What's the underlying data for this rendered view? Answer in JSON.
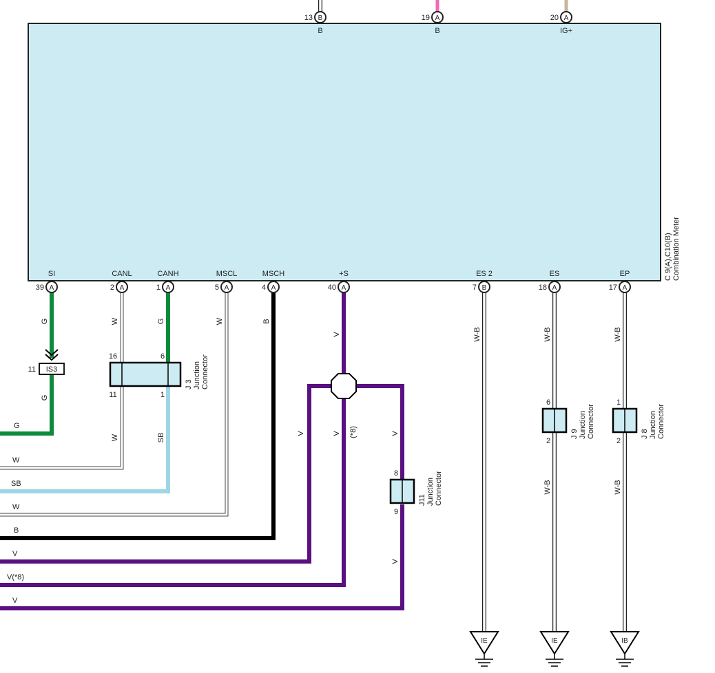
{
  "meter": {
    "label_line1": "C 9(A),C10(B)",
    "label_line2": "Combination Meter",
    "fill_color": "#cdebf2"
  },
  "top_pins": [
    {
      "no": "13",
      "conn": "B",
      "name": "B"
    },
    {
      "no": "19",
      "conn": "A",
      "name": "B"
    },
    {
      "no": "20",
      "conn": "A",
      "name": "IG+"
    }
  ],
  "bottom_pins": [
    {
      "no": "39",
      "conn": "A",
      "name": "SI"
    },
    {
      "no": "2",
      "conn": "A",
      "name": "CANL"
    },
    {
      "no": "1",
      "conn": "A",
      "name": "CANH"
    },
    {
      "no": "5",
      "conn": "A",
      "name": "MSCL"
    },
    {
      "no": "4",
      "conn": "A",
      "name": "MSCH"
    },
    {
      "no": "40",
      "conn": "A",
      "name": "+S"
    },
    {
      "no": "7",
      "conn": "B",
      "name": "ES 2"
    },
    {
      "no": "18",
      "conn": "A",
      "name": "ES"
    },
    {
      "no": "17",
      "conn": "A",
      "name": "EP"
    }
  ],
  "wire_colors": {
    "G": "#0e8a3c",
    "SB": "#9dd6e6",
    "B": "#000000",
    "V": "#5a1080",
    "pink": "#f06ab8",
    "tan": "#c8b49c",
    "W": "#ffffff"
  },
  "wire_labels": {
    "si_top": "G",
    "si_bottom": "G",
    "si_left": "G",
    "canl_top": "W",
    "canl_bottom": "W",
    "canl_left": "W",
    "canh_top": "G",
    "canh_bottom": "SB",
    "canh_left": "SB",
    "mscl_top": "W",
    "mscl_left": "W",
    "msch_top": "B",
    "msch_left": "B",
    "s_top": "V",
    "s_left_branch": "V",
    "s_mid": "V",
    "s_mid_note": "(*8)",
    "s_right_top": "V",
    "s_right_bottom": "V",
    "s_left1": "V",
    "s_left2": "V(*8)",
    "s_left3": "V",
    "es2_wire": "W-B",
    "es_top": "W-B",
    "es_bottom": "W-B",
    "ep_top": "W-B",
    "ep_bottom": "W-B"
  },
  "is3": {
    "pin": "11",
    "name": "IS3"
  },
  "j3": {
    "pin_tl": "16",
    "pin_tr": "6",
    "pin_bl": "11",
    "pin_br": "1",
    "label1": "J 3",
    "label2": "Junction",
    "label3": "Connector"
  },
  "j11": {
    "pin_top": "8",
    "pin_bottom": "9",
    "label1": "J11",
    "label2": "Junction",
    "label3": "Connector"
  },
  "j9": {
    "pin_top": "6",
    "pin_bottom": "2",
    "label1": "J 9",
    "label2": "Junction",
    "label3": "Connector"
  },
  "j8": {
    "pin_top": "1",
    "pin_bottom": "2",
    "label1": "J 8",
    "label2": "Junction",
    "label3": "Connector"
  },
  "grounds": [
    {
      "name": "IE"
    },
    {
      "name": "IE"
    },
    {
      "name": "IB"
    }
  ]
}
